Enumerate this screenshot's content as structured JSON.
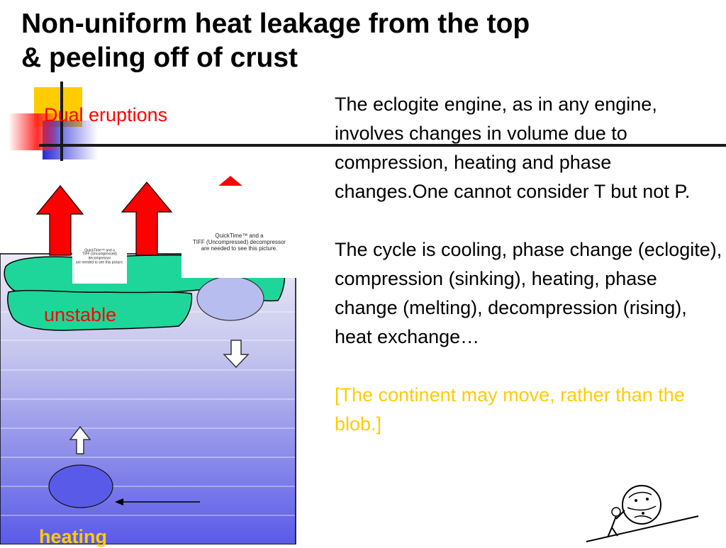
{
  "title": {
    "line1": "Non-uniform heat leakage from the top",
    "line2": "& peeling off of crust"
  },
  "diagram": {
    "dual_eruptions_label": "Dual eruptions",
    "unstable_label": "unstable",
    "heating_label": "heating",
    "placeholder_small": {
      "line1": "QuickTime™ and a",
      "line2": "TIFF (Uncompressed) decompressor",
      "line3": "are needed to see this picture."
    },
    "placeholder_large": {
      "line1": "QuickTime™ and a",
      "line2": "TIFF (Uncompressed) decompressor",
      "line3": "are needed to see this picture."
    }
  },
  "body": {
    "paragraph1": "The eclogite engine, as in any engine, involves changes in volume due to compression, heating and phase changes.One cannot consider T but not P.",
    "paragraph2": "The cycle is cooling, phase change (eclogite), compression (sinking), heating, phase change (melting), decompression (rising), heat exchange…",
    "paragraph3": "[The continent may move, rather than the blob.]"
  },
  "colors": {
    "title": "#000000",
    "red_label": "#ff0000",
    "yellow_text": "#ffcc00",
    "crust_green": "#1fd69a",
    "mantle_top": "#eceaf6",
    "mantle_bottom": "#5a5ae8",
    "arrow_red": "#ff0000",
    "blob_light": "#b8bdf0",
    "blob_dark": "#5a5ae8"
  },
  "icons": {
    "eruption_arrows": "red-up-arrow-icon",
    "sink_arrow": "hollow-down-arrow-icon",
    "rise_arrow": "hollow-up-arrow-icon",
    "heat_arrow": "left-arrow-icon",
    "cartoon": "sisyphus-boulder-clipart"
  }
}
